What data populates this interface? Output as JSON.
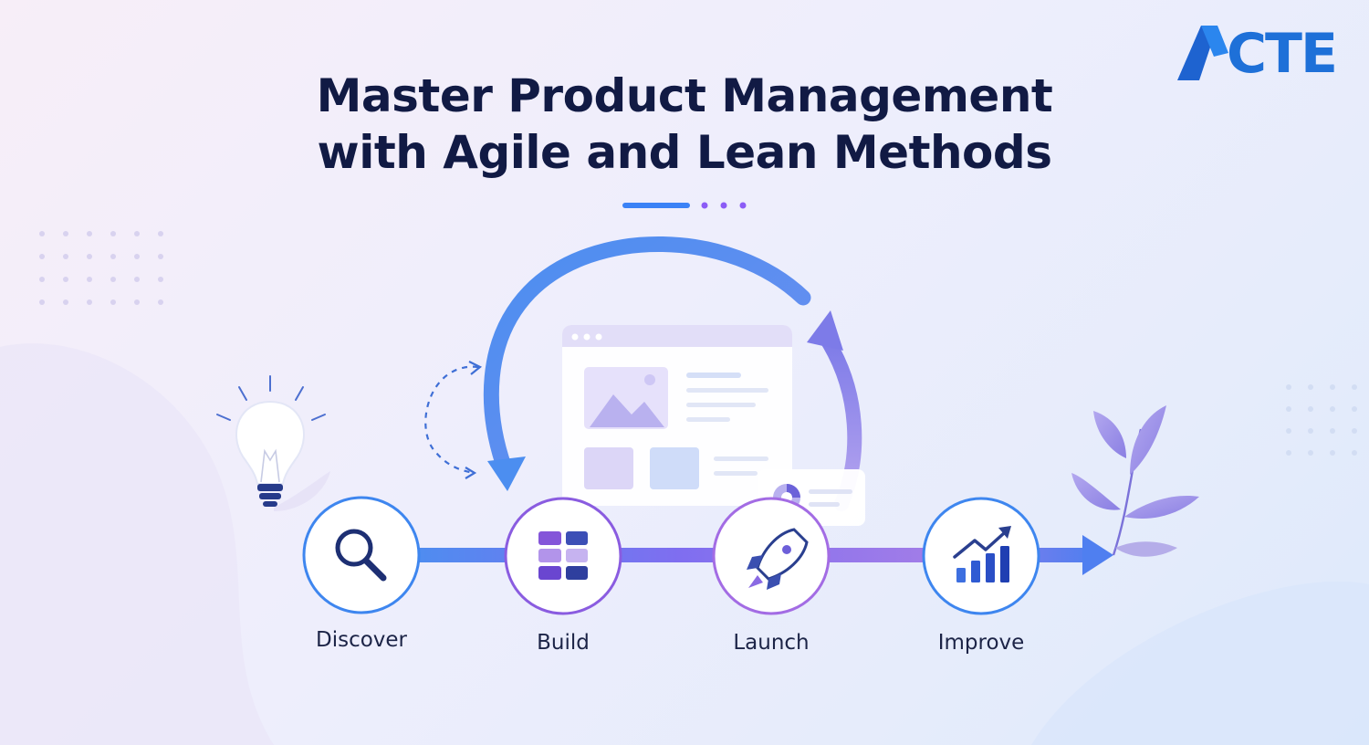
{
  "title": {
    "line1": "Master Product Management",
    "line2": "with Agile and Lean Methods"
  },
  "brand": {
    "logo_text": "ACTE",
    "color": "#1e70d8"
  },
  "flow": {
    "stages": [
      {
        "label": "Discover",
        "icon": "magnifier-icon"
      },
      {
        "label": "Build",
        "icon": "blocks-grid-icon"
      },
      {
        "label": "Launch",
        "icon": "rocket-icon"
      },
      {
        "label": "Improve",
        "icon": "growth-chart-icon"
      }
    ]
  },
  "colors": {
    "title": "#111a44",
    "blue": "#3b82f6",
    "purple": "#8b5cf6",
    "lavender": "#c7c3f3"
  }
}
